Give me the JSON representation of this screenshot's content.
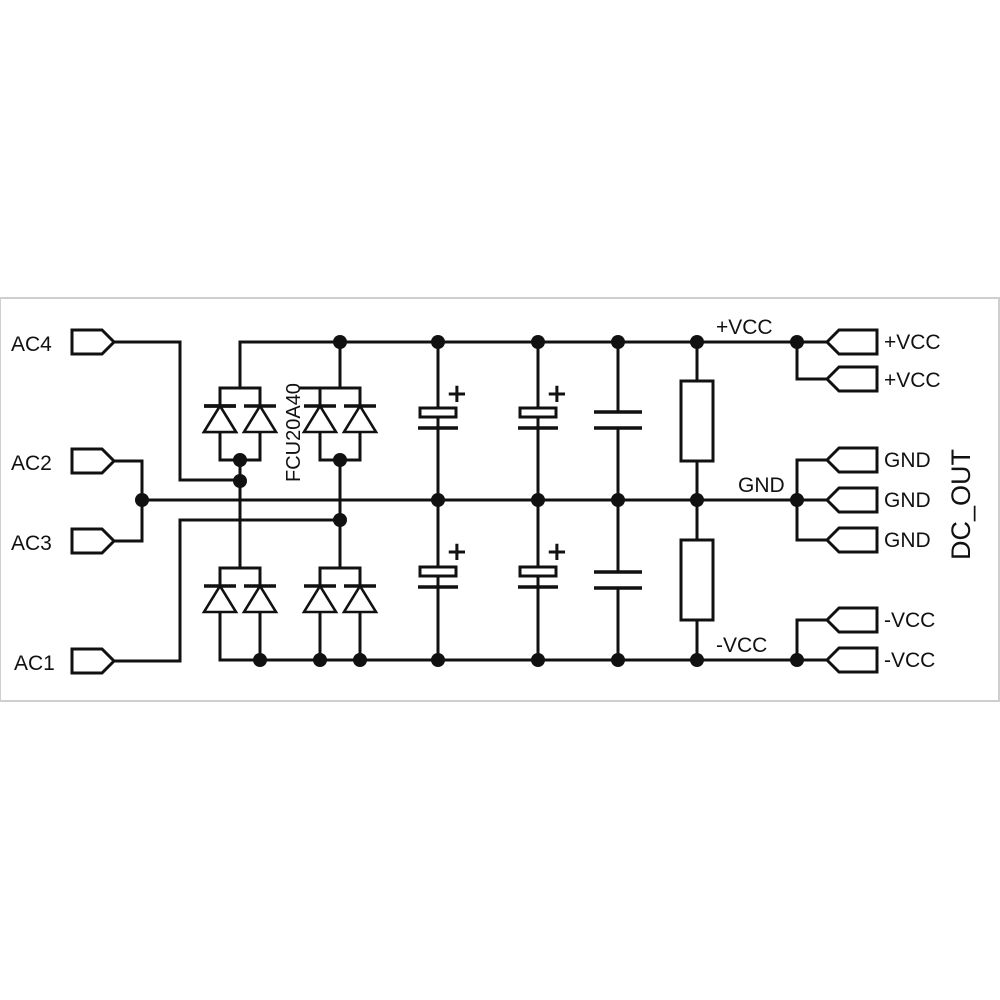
{
  "inputs": {
    "ac4": "AC4",
    "ac2": "AC2",
    "ac3": "AC3",
    "ac1": "AC1"
  },
  "rectifier": {
    "part": "FCU20A40"
  },
  "rails": {
    "pos": "+VCC",
    "gnd": "GND",
    "neg": "-VCC"
  },
  "outputs": {
    "title": "DC_OUT",
    "pins": [
      "+VCC",
      "+VCC",
      "GND",
      "GND",
      "GND",
      "-VCC",
      "-VCC"
    ]
  },
  "capacitors": {
    "polarity": "+"
  }
}
